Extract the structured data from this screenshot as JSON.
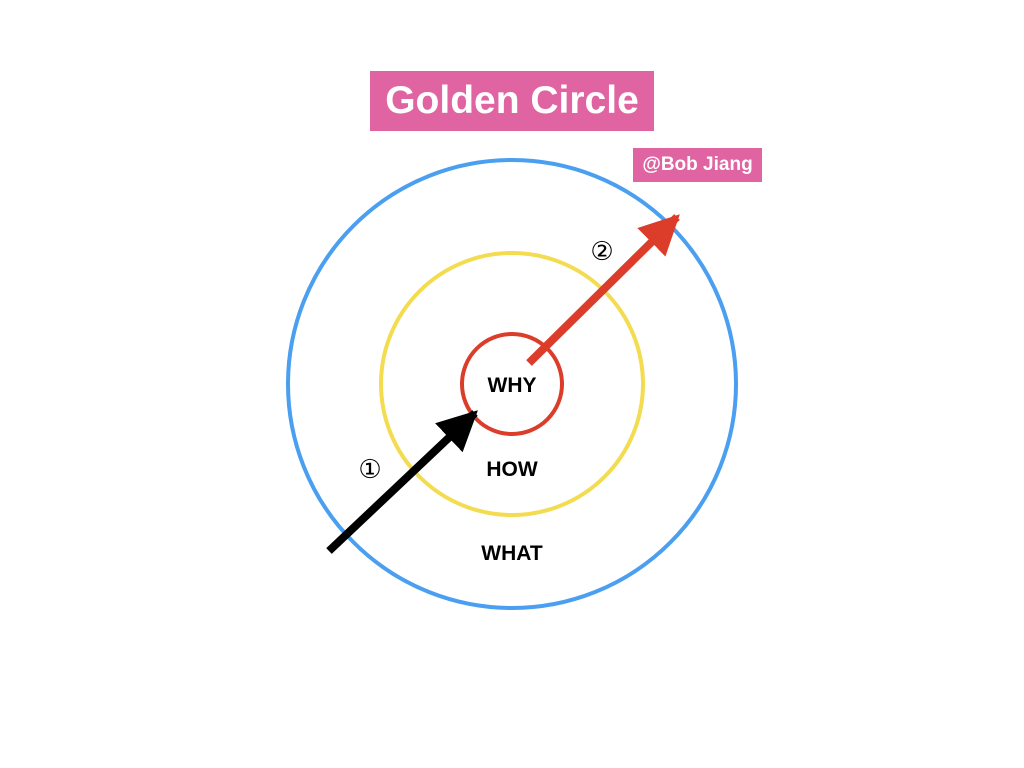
{
  "title": "Golden Circle",
  "author": "@Bob Jiang",
  "rings": {
    "inner": "WHY",
    "middle": "HOW",
    "outer": "WHAT"
  },
  "steps": {
    "first": "①",
    "second": "②"
  },
  "colors": {
    "label_bg": "#e064a2",
    "label_text": "#ffffff",
    "outer_ring": "#4a9ff0",
    "middle_ring": "#f3dc4f",
    "inner_ring": "#dc3d2a",
    "arrow_in": "#000000",
    "arrow_out": "#dc3d2a",
    "text": "#000000"
  }
}
